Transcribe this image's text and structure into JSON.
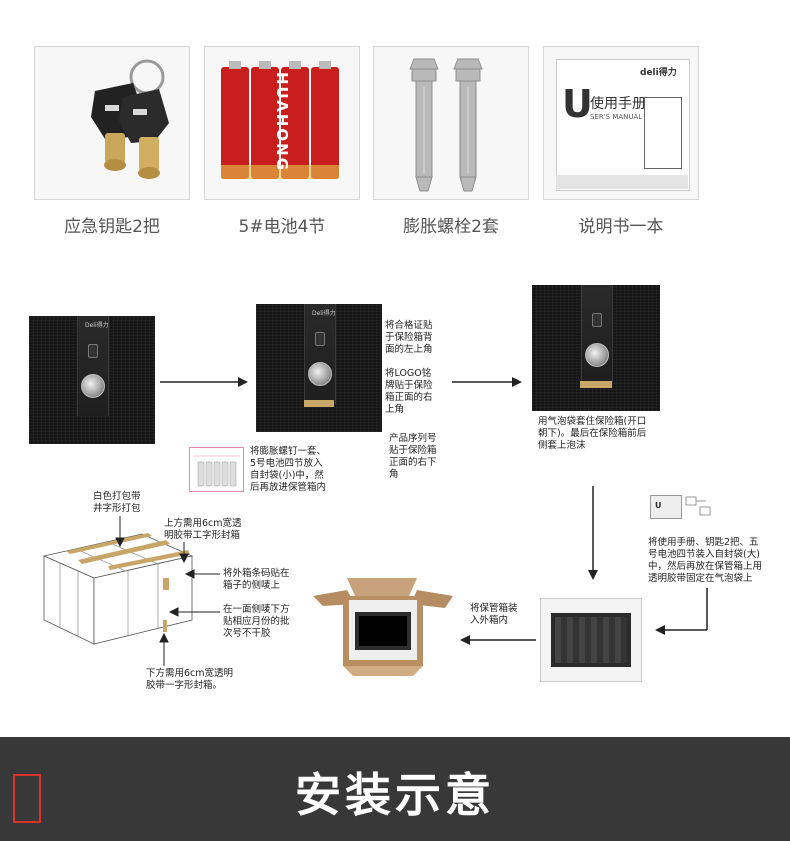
{
  "accessories": [
    {
      "label": "应急钥匙2把",
      "icon": "keys-icon"
    },
    {
      "label": "5#电池4节",
      "icon": "batteries-icon",
      "brand_text": "HUAHONG"
    },
    {
      "label": "膨胀螺栓2套",
      "icon": "expansion-bolts-icon"
    },
    {
      "label": "说明书一本",
      "icon": "manual-icon",
      "manual_letter": "U",
      "manual_title": "使用手册",
      "manual_subtitle": "SER'S MANUAL",
      "manual_brand": "deli得力"
    }
  ],
  "steps": {
    "step2_a": "将合格证贴\n于保险箱背\n面的左上角",
    "step2_b": "将LOGO铭\n牌贴于保险\n箱正面的右\n上角",
    "step2_c": "产品序列号\n贴于保险箱\n正面的右下\n角",
    "step1_bag": "将膨胀螺钉一套、\n5号电池四节放入\n自封袋(小)中，然\n后再放进保管箱内",
    "step3": "用气泡袋套住保险箱(开口\n朝下)。最后在保险箱前后\n侧套上泡沫",
    "step4": "将使用手册、钥匙2把、五\n号电池四节装入自封袋(大)\n中，然后再放在保管箱上用\n透明胶带固定在气泡袋上",
    "step5": "将保管箱装\n入外箱内",
    "carton_white_strap": "白色打包带\n井字形打包",
    "carton_top_tape": "上方需用6cm宽透\n明胶带工字形封箱",
    "carton_barcode": "将外箱条码贴在\n箱子的侧唛上",
    "carton_batch": "在一面侧唛下方\n贴相应月份的批\n次号不干胶",
    "carton_bottom_tape": "下方需用6cm宽透明\n胶带一字形封箱。"
  },
  "safe_logo": "Deli得力",
  "footer": {
    "title": "安装示意"
  },
  "colors": {
    "footer_bg": "#383838",
    "accent_red": "#d9322b",
    "tape": "#c7a667"
  }
}
